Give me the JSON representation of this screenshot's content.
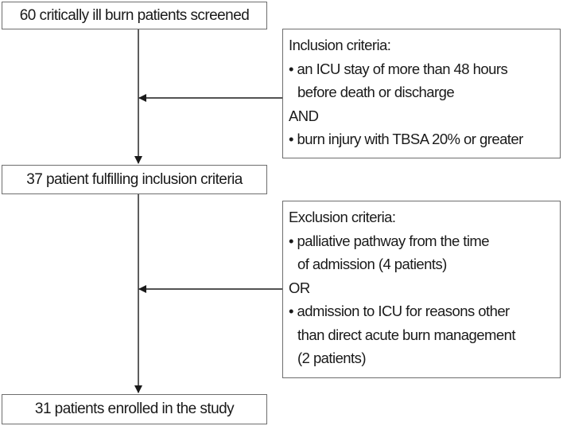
{
  "stages": {
    "screened": "60 critically ill burn patients screened",
    "fulfilling": "37 patient fulfilling inclusion criteria",
    "enrolled": "31 patients enrolled in the study"
  },
  "inclusion": {
    "title": "Inclusion criteria:",
    "item1_line1": "• an ICU stay of more than 48 hours",
    "item1_line2": "before death or discharge",
    "connector": "AND",
    "item2_line1": "• burn injury with TBSA 20% or greater"
  },
  "exclusion": {
    "title": "Exclusion criteria:",
    "item1_line1": "• palliative pathway from the time",
    "item1_line2": "of admission (4 patients)",
    "connector": "OR",
    "item2_line1": "• admission to ICU for reasons other",
    "item2_line2": "than direct acute burn management",
    "item2_line3": "(2 patients)"
  },
  "colors": {
    "border": "#6e6e6e",
    "arrow": "#1a1a1a",
    "text": "#1a1a1a"
  }
}
